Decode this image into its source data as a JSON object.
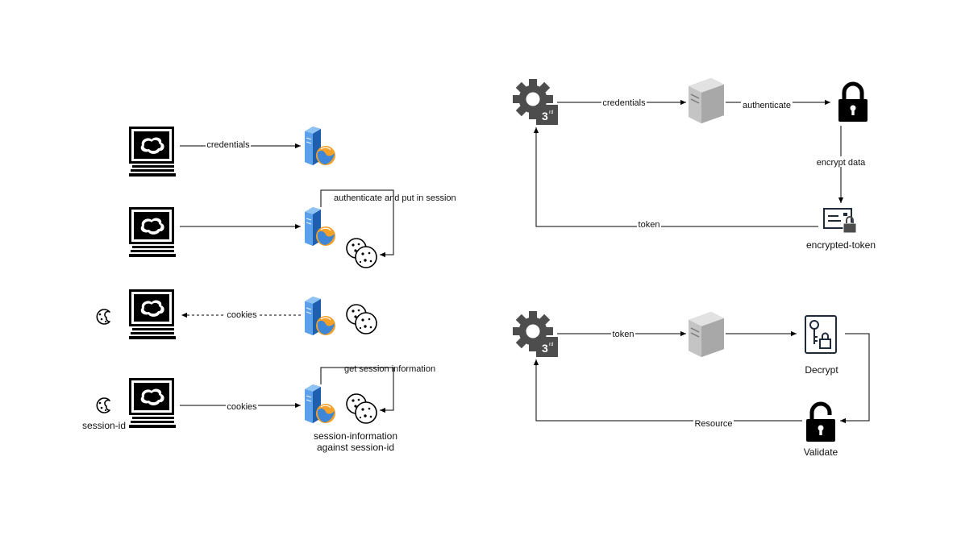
{
  "left_flow": {
    "row1": {
      "edge_label": "credentials"
    },
    "row2": {
      "edge_label": "authenticate and put in session"
    },
    "row3": {
      "edge_label": "cookies"
    },
    "row4": {
      "edge_label": "cookies",
      "loop_label": "get session information",
      "client_caption": "session-id",
      "store_caption_line1": "session-information",
      "store_caption_line2": "against session-id"
    }
  },
  "right_top": {
    "app_badge": "3",
    "app_badge_sup": "rd",
    "credentials_label": "credentials",
    "authenticate_label": "authenticate",
    "encrypt_label": "encrypt data",
    "token_caption": "encrypted-token",
    "return_label": "token"
  },
  "right_bottom": {
    "app_badge": "3",
    "app_badge_sup": "rd",
    "token_label": "token",
    "decrypt_caption": "Decrypt",
    "validate_caption": "Validate",
    "resource_label": "Resource"
  }
}
